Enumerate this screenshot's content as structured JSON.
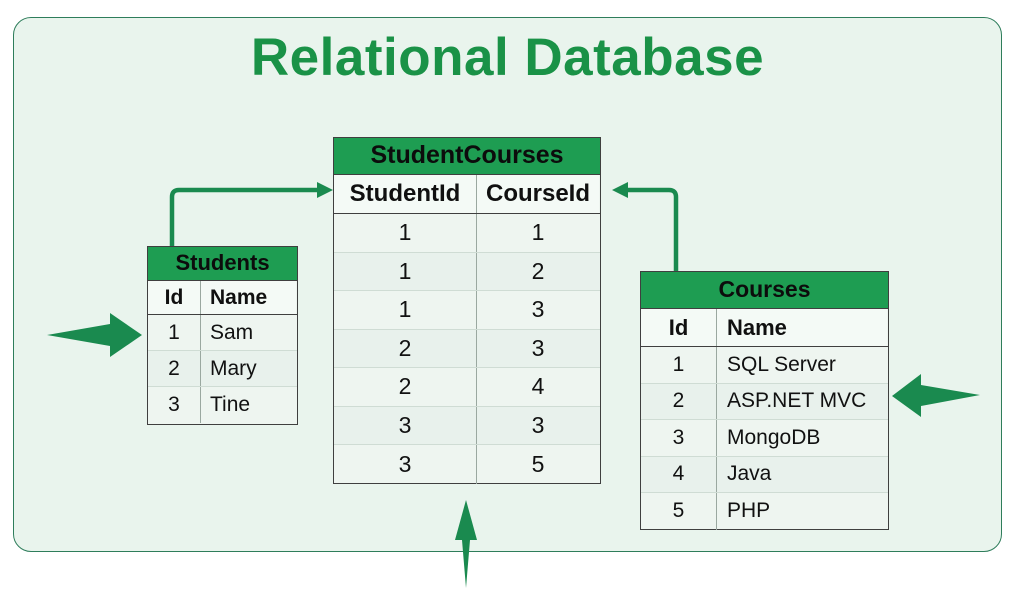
{
  "page": {
    "title": "Relational Database",
    "title_color": "#1a9247",
    "frame_bg": "#e9f4ed",
    "frame_border_color": "#2e7d5b",
    "table_header_color": "#1e9d52",
    "arrow_color": "#1a8a4f",
    "connector_color": "#1a8a4f"
  },
  "tables": {
    "studentcourses": {
      "name": "StudentCourses",
      "columns": [
        "StudentId",
        "CourseId"
      ],
      "rows": [
        [
          "1",
          "1"
        ],
        [
          "1",
          "2"
        ],
        [
          "1",
          "3"
        ],
        [
          "2",
          "3"
        ],
        [
          "2",
          "4"
        ],
        [
          "3",
          "3"
        ],
        [
          "3",
          "5"
        ]
      ]
    },
    "students": {
      "name": "Students",
      "columns": [
        "Id",
        "Name"
      ],
      "rows": [
        [
          "1",
          "Sam"
        ],
        [
          "2",
          "Mary"
        ],
        [
          "3",
          "Tine"
        ]
      ]
    },
    "courses": {
      "name": "Courses",
      "columns": [
        "Id",
        "Name"
      ],
      "rows": [
        [
          "1",
          "SQL Server"
        ],
        [
          "2",
          "ASP.NET MVC"
        ],
        [
          "3",
          "MongoDB"
        ],
        [
          "4",
          "Java"
        ],
        [
          "5",
          "PHP"
        ]
      ]
    }
  },
  "connectors": [
    {
      "name": "students-to-studentcourses",
      "from": "Students",
      "to": "StudentId"
    },
    {
      "name": "courses-to-studentcourses",
      "from": "Courses",
      "to": "CourseId"
    }
  ],
  "pointer_arrows": [
    {
      "name": "arrow-pointing-students",
      "direction": "right"
    },
    {
      "name": "arrow-pointing-courses",
      "direction": "left"
    },
    {
      "name": "arrow-pointing-studentcourses",
      "direction": "up"
    }
  ]
}
